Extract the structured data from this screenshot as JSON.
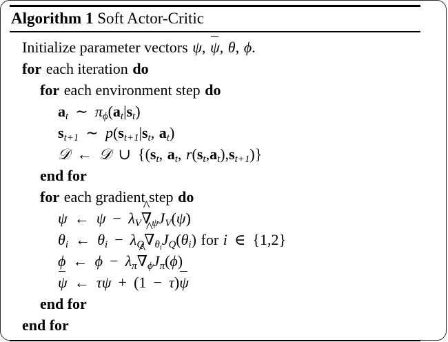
{
  "figure": {
    "kind": "algorithm-float",
    "caption": {
      "keyword": "Algorithm",
      "number": "1",
      "title": "Soft Actor-Critic"
    },
    "colors": {
      "background": "#ffffff",
      "text": "#000000",
      "rule": "#000000"
    }
  },
  "lines": [
    {
      "indent": 1,
      "id": "initialize",
      "text": "Initialize parameter vectors ψ, ψ̄, θ, ϕ."
    },
    {
      "indent": 1,
      "id": "for-iteration",
      "text": "for each iteration do"
    },
    {
      "indent": 2,
      "id": "for-env-step",
      "text": "for each environment step do"
    },
    {
      "indent": 3,
      "id": "sample-action",
      "text": "a_t ~ π_ϕ(a_t|s_t)"
    },
    {
      "indent": 3,
      "id": "sample-next-state",
      "text": "s_{t+1} ~ p(s_{t+1}|s_t, a_t)"
    },
    {
      "indent": 3,
      "id": "buffer-update",
      "text": "D ← D ∪ {(s_t, a_t, r(s_t, a_t), s_{t+1})}"
    },
    {
      "indent": 2,
      "id": "end-for-env-step",
      "text": "end for"
    },
    {
      "indent": 2,
      "id": "for-gradient-step",
      "text": "for each gradient step do"
    },
    {
      "indent": 3,
      "id": "update-psi",
      "text": "ψ ← ψ − λ_V ∇̂_ψ J_V(ψ)"
    },
    {
      "indent": 3,
      "id": "update-theta",
      "text": "θ_i ← θ_i − λ_Q ∇̂_{θ_i} J_Q(θ_i) for i ∈ {1, 2}"
    },
    {
      "indent": 3,
      "id": "update-phi",
      "text": "ϕ ← ϕ − λ_π ∇̂_ϕ J_π(ϕ)"
    },
    {
      "indent": 3,
      "id": "update-target-psi",
      "text": "ψ̄ ← τψ + (1 − τ)ψ̄"
    },
    {
      "indent": 2,
      "id": "end-for-gradient-step",
      "text": "end for"
    },
    {
      "indent": 1,
      "id": "end-for-iteration",
      "text": "end for"
    }
  ],
  "tokens": {
    "initialize_text": "Initialize parameter vectors",
    "kw_for": "for",
    "kw_do": "do",
    "kw_end_for": "end for",
    "each_iteration": "each iteration",
    "each_environment_step": "each environment step",
    "each_gradient_step": "each gradient step",
    "for_lower": "for",
    "psi": "ψ",
    "theta": "θ",
    "phi": "ϕ",
    "tau": "τ",
    "pi": "π",
    "lambda": "λ",
    "nabla": "∇",
    "cal_D": "𝒟",
    "sim": "∼",
    "gets": "←",
    "cup": "∪",
    "minus": "−",
    "plus": "+",
    "in": "∈",
    "mid": "|",
    "comma": ",",
    "period": ".",
    "lparen": "(",
    "rparen": ")",
    "lbrace": "{",
    "rbrace": "}",
    "a": "a",
    "s": "s",
    "t": "t",
    "t_plus_1": "t+1",
    "r": "r",
    "p": "p",
    "J": "J",
    "V": "V",
    "Q": "Q",
    "i": "i",
    "one": "1",
    "two": "2"
  }
}
